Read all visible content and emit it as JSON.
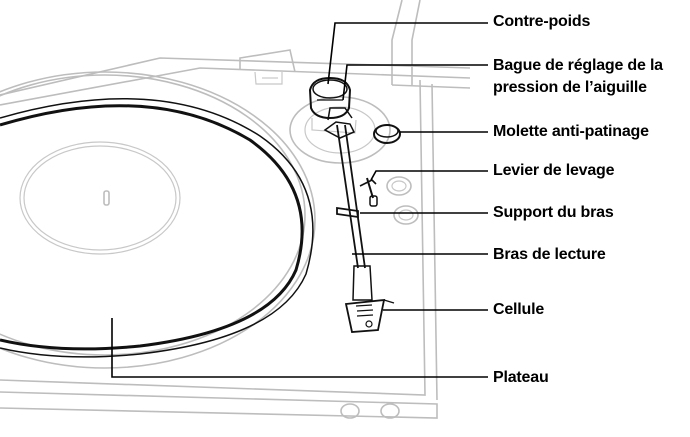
{
  "labels": {
    "counterweight": "Contre-poids",
    "tracking_force_ring_line1": "Bague de réglage de la",
    "tracking_force_ring_line2": "pression de l’aiguille",
    "anti_skating_knob": "Molette anti-patinage",
    "lift_lever": "Levier de levage",
    "arm_rest": "Support du bras",
    "tone_arm": "Bras de lecture",
    "cartridge": "Cellule",
    "platter": "Plateau"
  }
}
